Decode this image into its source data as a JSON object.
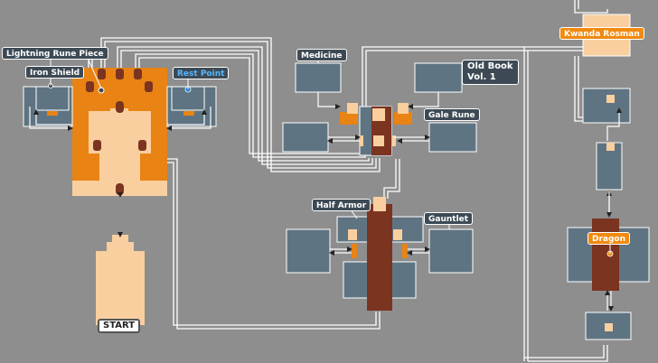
{
  "labels": {
    "lightning_rune_piece": "Lightning Rune Piece",
    "iron_shield": "Iron Shield",
    "rest_point": "Rest Point",
    "medicine": "Medicine",
    "old_book_line1": "Old Book",
    "old_book_line2": "Vol. 1",
    "gale_rune": "Gale Rune",
    "half_armor": "Half Armor",
    "gauntlet": "Gauntlet",
    "kwanda_rosman": "Kwanda Rosman",
    "dragon": "Dragon",
    "start": "START"
  },
  "colors": {
    "background": "#8e8e8e",
    "room_slate": "#5f7482",
    "room_orange": "#e98314",
    "room_light": "#f9cfa0",
    "room_brown": "#7a3420",
    "path": "#ffffff"
  }
}
